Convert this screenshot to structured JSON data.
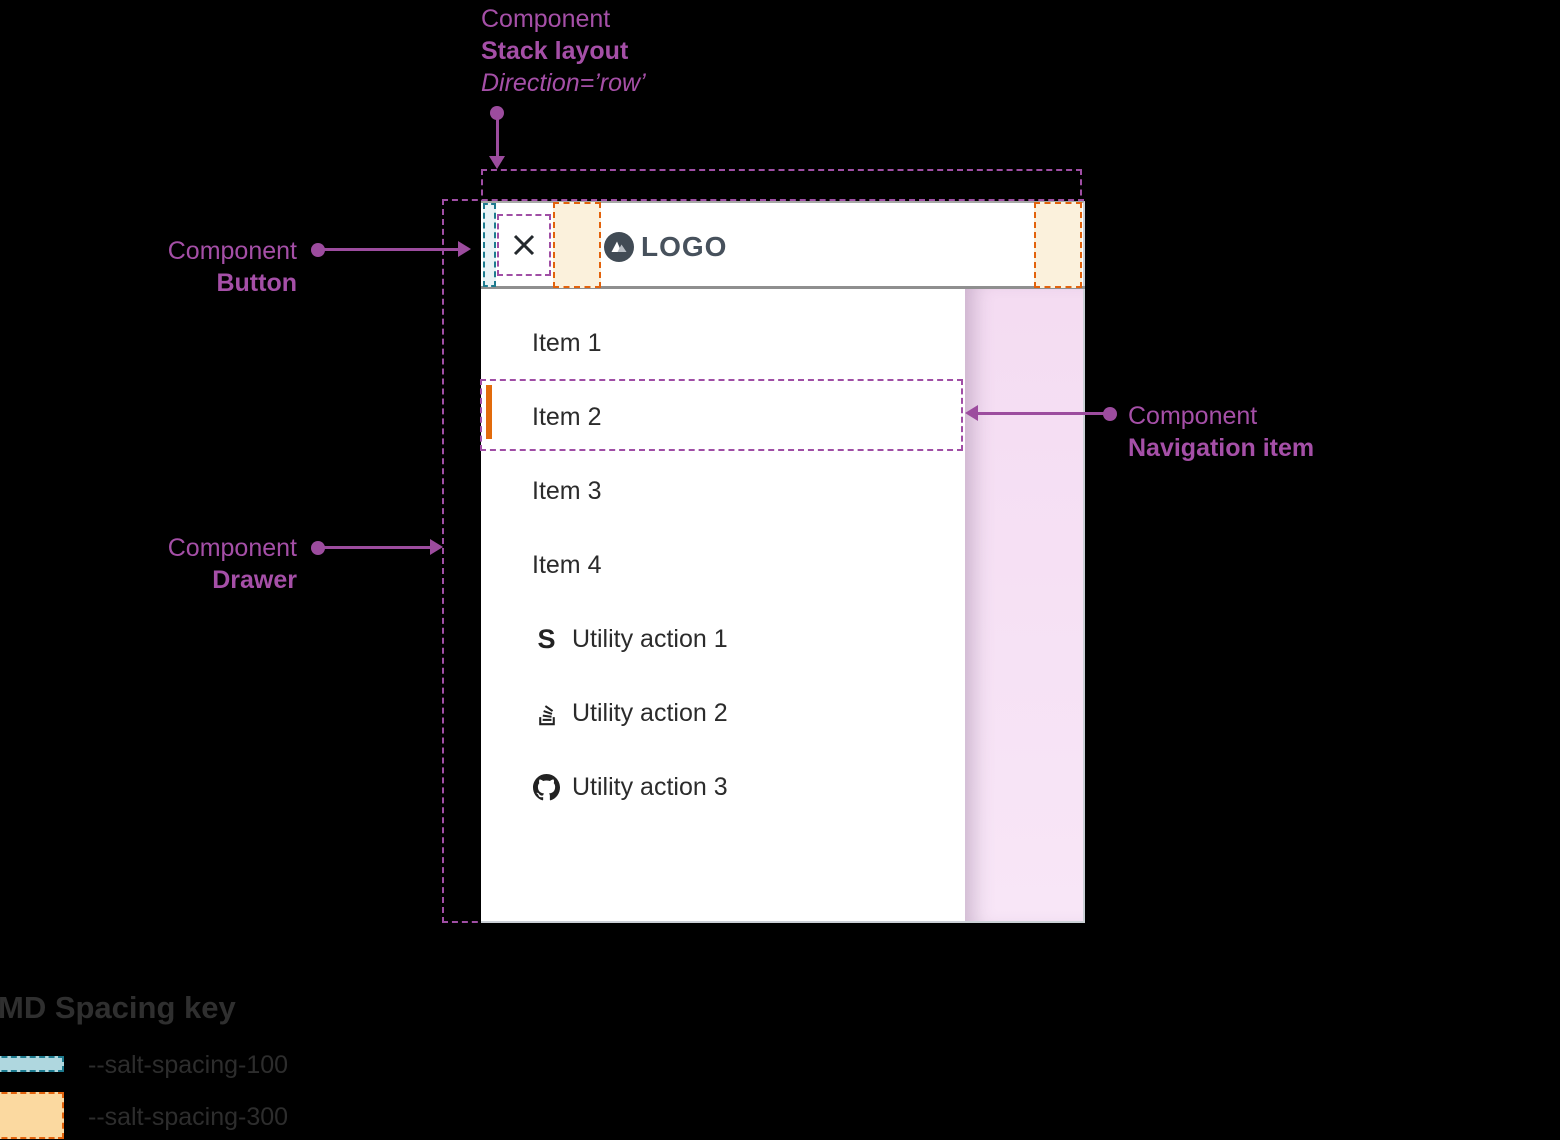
{
  "annotations": {
    "stack": {
      "eyebrow": "Component",
      "name": "Stack layout",
      "detail": "Direction=’row’"
    },
    "button": {
      "eyebrow": "Component",
      "name": "Button"
    },
    "drawer": {
      "eyebrow": "Component",
      "name": "Drawer"
    },
    "nav_item": {
      "eyebrow": "Component",
      "name": "Navigation item"
    }
  },
  "drawer": {
    "logo_text": "LOGO",
    "close_icon": "close-icon",
    "nav_items": [
      {
        "label": "Item 1",
        "selected": false
      },
      {
        "label": "Item 2",
        "selected": true
      },
      {
        "label": "Item 3",
        "selected": false
      },
      {
        "label": "Item 4",
        "selected": false
      }
    ],
    "utility_actions": [
      {
        "label": "Utility action 1",
        "icon": "s-logo-icon",
        "icon_glyph": "S"
      },
      {
        "label": "Utility action 2",
        "icon": "stack-overflow-icon"
      },
      {
        "label": "Utility action 3",
        "icon": "github-icon"
      }
    ]
  },
  "legend": {
    "title": "MD Spacing key",
    "entries": [
      {
        "token": "--salt-spacing-100",
        "swatch": "teal-dashed"
      },
      {
        "token": "--salt-spacing-300",
        "swatch": "orange-dashed"
      }
    ]
  },
  "colors": {
    "annotation_purple": "#a54fa7",
    "spacing_100_teal": "#1d7a8e",
    "spacing_300_orange": "#e2620c",
    "selected_indicator_orange": "#e26b0c",
    "logo_slate": "#47515c",
    "backdrop_pink": "#f6e3f6"
  }
}
